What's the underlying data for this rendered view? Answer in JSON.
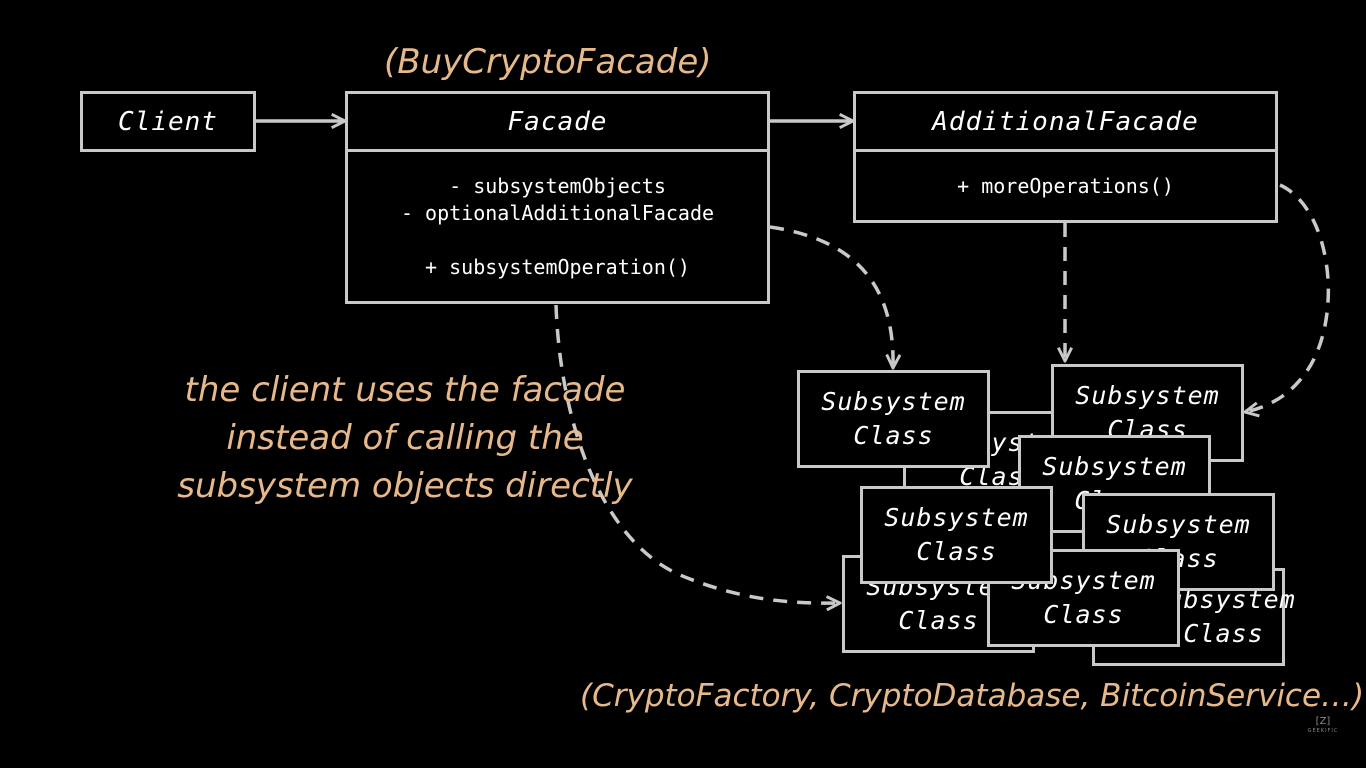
{
  "facade_name": "(BuyCryptoFacade)",
  "client": {
    "title": "Client"
  },
  "facade": {
    "title": "Facade",
    "attr1": "- subsystemObjects",
    "attr2": "- optionalAdditionalFacade",
    "operation": "+ subsystemOperation()"
  },
  "additional_facade": {
    "title": "AdditionalFacade",
    "operation": "+ moreOperations()"
  },
  "subsystem": {
    "line1": "Subsystem",
    "line2": "Class"
  },
  "annotation": {
    "l1a": "the client ",
    "l1b": "uses",
    "l1c": " the facade",
    "l2a": "instead of calling",
    "l2b": " the",
    "l3": "subsystem objects directly"
  },
  "subsystem_list": "(CryptoFactory, CryptoDatabase, BitcoinService…)",
  "watermark": "GEEKIFIC",
  "colors": {
    "background": "#000000",
    "box": "#c9c9c9",
    "accent": "#e7b98a"
  }
}
